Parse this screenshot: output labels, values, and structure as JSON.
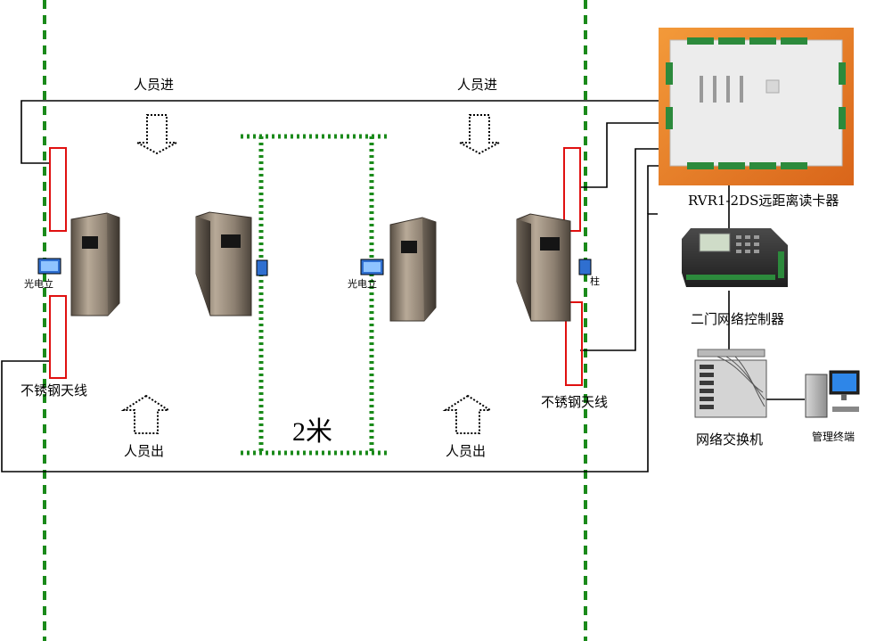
{
  "labels": {
    "in_left": "人员进",
    "in_right": "人员进",
    "out_left": "人员出",
    "out_right": "人员出",
    "distance": "2米",
    "photo_left": "光电立",
    "photo_mid": "光电立",
    "photo_right": "柱",
    "antenna_left": "不锈钢天线",
    "antenna_right": "不锈钢天线",
    "reader": "RVR1-2DS远距离读卡器",
    "controller": "二门网络控制器",
    "switch": "网络交换机",
    "terminal": "管理终端"
  },
  "colors": {
    "guide_green": "#1a8a1a",
    "antenna_red": "#e01010",
    "wire": "#000000",
    "reader_bg": "#e87c20",
    "sensor_blue": "#2f6fd0"
  },
  "icons": {
    "turnstile": "turnstile-icon",
    "photo_sensor": "photo-sensor-icon",
    "arrow_in": "arrow-down-icon",
    "arrow_out": "arrow-up-icon",
    "reader_board": "reader-board-icon",
    "controller_device": "controller-icon",
    "switch_device": "switch-icon",
    "pc": "computer-icon"
  }
}
